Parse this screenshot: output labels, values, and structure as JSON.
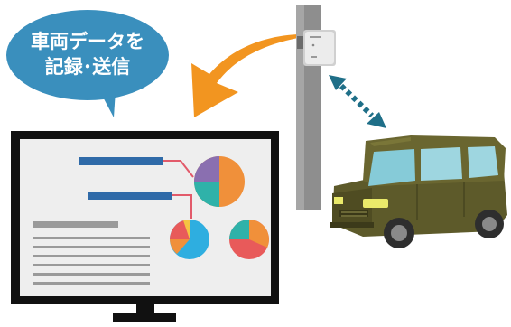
{
  "bubble": {
    "line1": "車両データを",
    "line2": "記録･送信"
  },
  "colors": {
    "bubble": "#3a8fbd",
    "arrow": "#f29520",
    "monitor_frame": "#111111",
    "screen": "#eeeeee",
    "bar_blue": "#2f6aa8",
    "connector": "#e25a6a",
    "text_line": "#9a9a9a",
    "pole": "#8e8e8e",
    "sensor_body": "#e8e8e8",
    "wireless_arrow": "#1f6f88",
    "car_body": "#5d5a2a",
    "car_window": "#86cbd8",
    "headlight": "#eaea6a",
    "tire": "#3e3e3e"
  },
  "pie_colors": [
    "#2fb2a9",
    "#f0903a",
    "#8a6fb0",
    "#e85a5a",
    "#2eaee0",
    "#f5c342"
  ],
  "icons": {
    "bubble": "speech-bubble",
    "arrow": "curved-arrow",
    "monitor": "monitor",
    "sensor": "sensor-device",
    "wireless": "double-headed-dotted-arrow",
    "vehicle": "suv-car"
  }
}
